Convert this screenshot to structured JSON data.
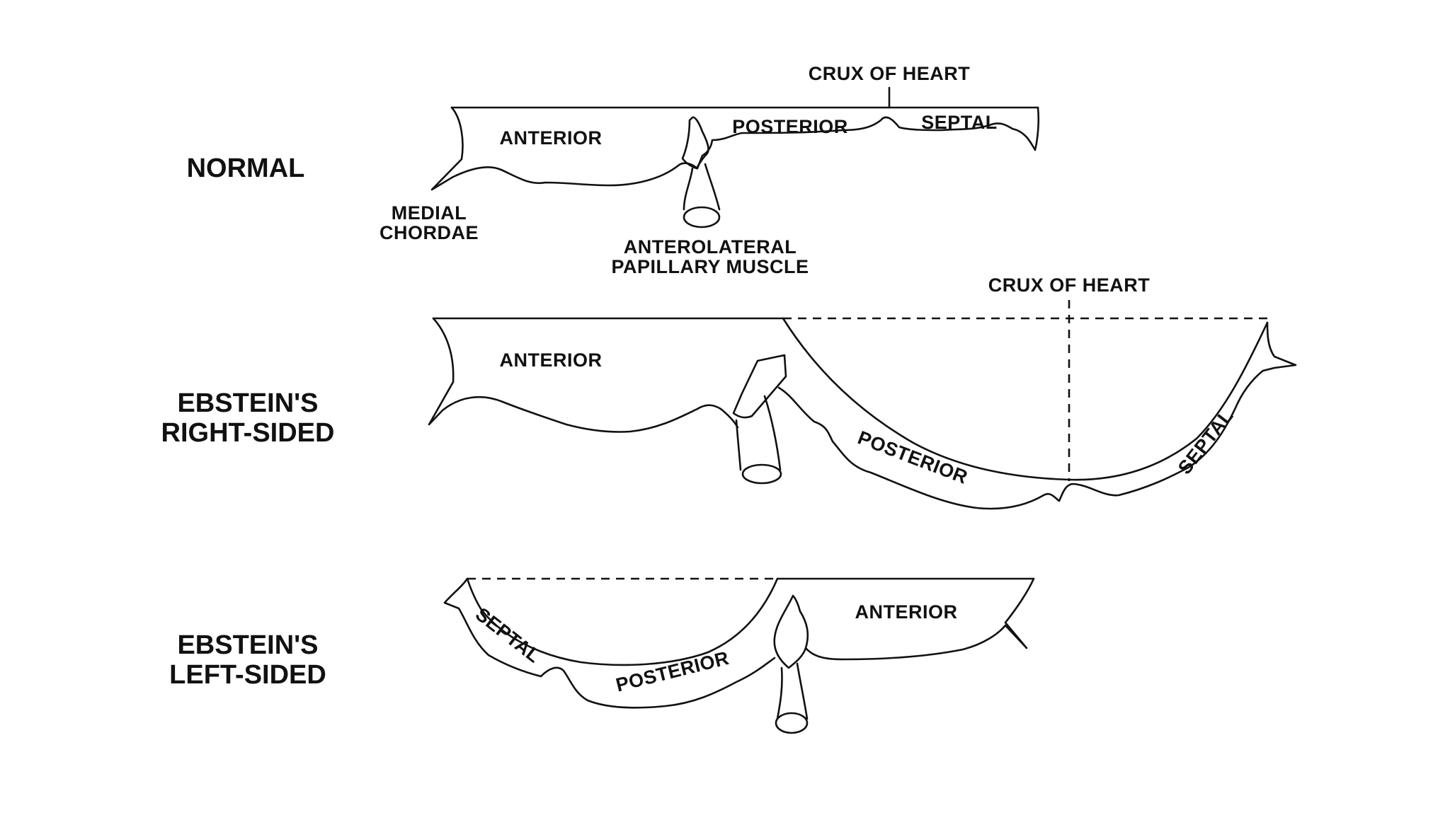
{
  "rows": {
    "normal": {
      "title": "NORMAL",
      "crux_label": "CRUX OF HEART",
      "anterior": "ANTERIOR",
      "posterior": "POSTERIOR",
      "septal": "SEPTAL",
      "medial_chordae_line1": "MEDIAL",
      "medial_chordae_line2": "CHORDAE",
      "papillary_line1": "ANTEROLATERAL",
      "papillary_line2": "PAPILLARY MUSCLE"
    },
    "right_sided": {
      "title_line1": "EBSTEIN'S",
      "title_line2": "RIGHT-SIDED",
      "crux_label": "CRUX OF HEART",
      "anterior": "ANTERIOR",
      "posterior": "POSTERIOR",
      "septal": "SEPTAL"
    },
    "left_sided": {
      "title_line1": "EBSTEIN'S",
      "title_line2": "LEFT-SIDED",
      "anterior": "ANTERIOR",
      "posterior": "POSTERIOR",
      "septal": "SEPTAL"
    }
  }
}
